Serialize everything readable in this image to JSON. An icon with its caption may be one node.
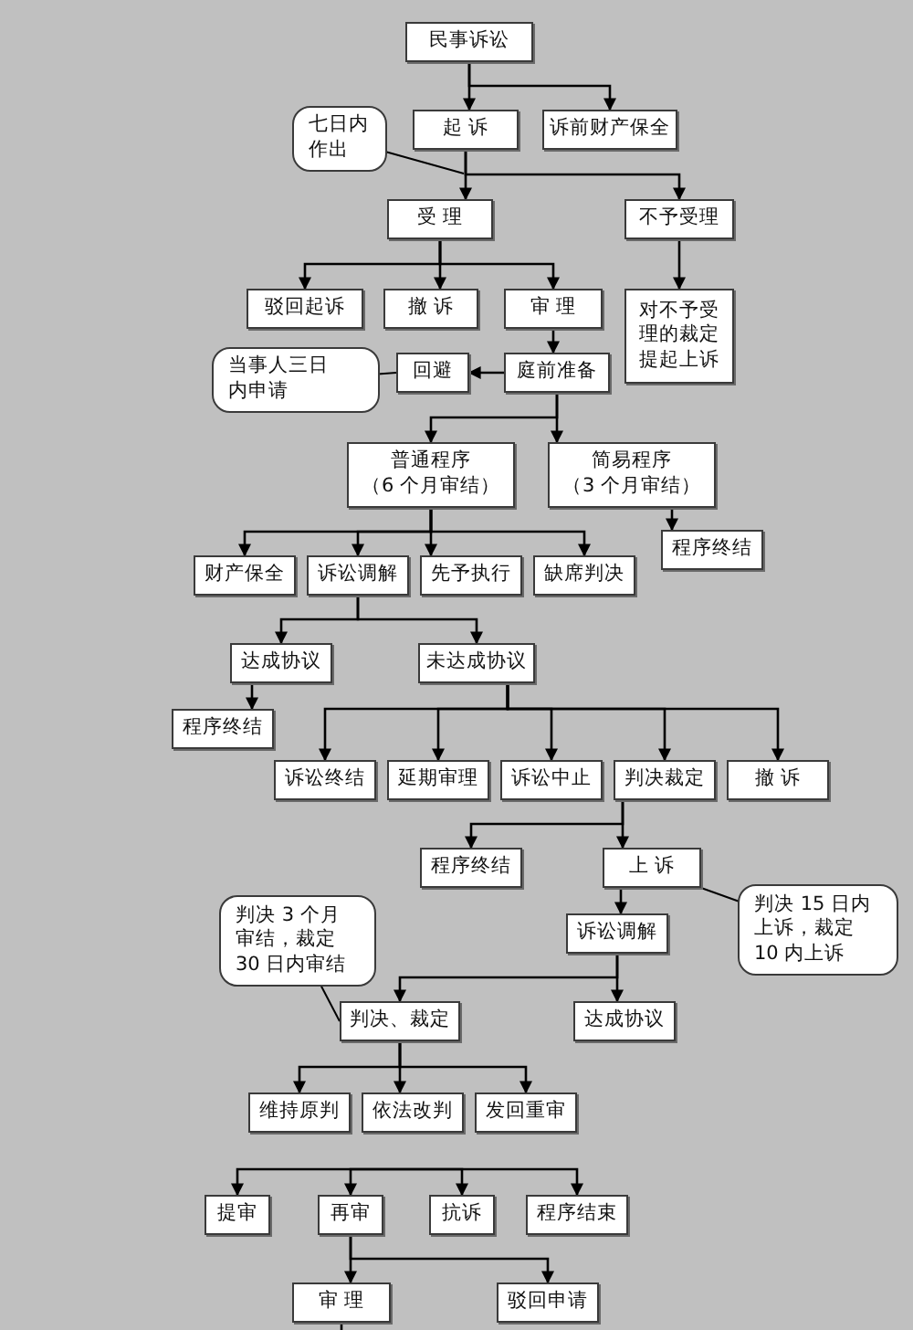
{
  "diagram": {
    "nodes": [
      {
        "text": [
          "民事诉讼"
        ]
      },
      {
        "text": [
          "起 诉"
        ]
      },
      {
        "text": [
          "诉前财产保全"
        ]
      },
      {
        "text": [
          "七日内作出"
        ]
      },
      {
        "text": [
          "受 理"
        ]
      },
      {
        "text": [
          "不予受理"
        ]
      },
      {
        "text": [
          "驳回起诉"
        ]
      },
      {
        "text": [
          "撤 诉"
        ]
      },
      {
        "text": [
          "审 理"
        ]
      },
      {
        "text": [
          "对不予受理的裁定提起上诉"
        ]
      },
      {
        "text": [
          "当事人三日内申请"
        ]
      },
      {
        "text": [
          "回避"
        ]
      },
      {
        "text": [
          "庭前准备"
        ]
      },
      {
        "text": [
          "普通程序",
          "（6 个月审结）"
        ]
      },
      {
        "text": [
          "简易程序",
          "（3 个月审结）"
        ]
      },
      {
        "text": [
          "程序终结"
        ]
      },
      {
        "text": [
          "财产保全"
        ]
      },
      {
        "text": [
          "诉讼调解"
        ]
      },
      {
        "text": [
          "先予执行"
        ]
      },
      {
        "text": [
          "缺席判决"
        ]
      },
      {
        "text": [
          "达成协议"
        ]
      },
      {
        "text": [
          "未达成协议"
        ]
      },
      {
        "text": [
          "程序终结"
        ]
      },
      {
        "text": [
          "诉讼终结"
        ]
      },
      {
        "text": [
          "延期审理"
        ]
      },
      {
        "text": [
          "诉讼中止"
        ]
      },
      {
        "text": [
          "判决裁定"
        ]
      },
      {
        "text": [
          "撤 诉"
        ]
      },
      {
        "text": [
          "程序终结"
        ]
      },
      {
        "text": [
          "上 诉"
        ]
      },
      {
        "text": [
          "判决 15 日内上诉，裁定 10 内上诉"
        ]
      },
      {
        "text": [
          "诉讼调解"
        ]
      },
      {
        "text": [
          "判决 3 个月审结，裁定 30 日内审结"
        ]
      },
      {
        "text": [
          "判决、裁定"
        ]
      },
      {
        "text": [
          "达成协议"
        ]
      },
      {
        "text": [
          "维持原判"
        ]
      },
      {
        "text": [
          "依法改判"
        ]
      },
      {
        "text": [
          "发回重审"
        ]
      },
      {
        "text": [
          "提审"
        ]
      },
      {
        "text": [
          "再审"
        ]
      },
      {
        "text": [
          "抗诉"
        ]
      },
      {
        "text": [
          "程序结束"
        ]
      },
      {
        "text": [
          "审 理"
        ]
      },
      {
        "text": [
          "驳回申请"
        ]
      }
    ],
    "edges": [
      {
        "from": 0,
        "to": 1,
        "arrow": "to"
      },
      {
        "from": 0,
        "to": 2,
        "arrow": "to"
      },
      {
        "from": 1,
        "to": 4,
        "arrow": "to"
      },
      {
        "from": 1,
        "to": 5,
        "arrow": "to"
      },
      {
        "from": 3,
        "to": null,
        "arrow": "none"
      },
      {
        "from": 4,
        "to": 6,
        "arrow": "to"
      },
      {
        "from": 4,
        "to": 7,
        "arrow": "to"
      },
      {
        "from": 4,
        "to": 8,
        "arrow": "to"
      },
      {
        "from": 5,
        "to": 9,
        "arrow": "to"
      },
      {
        "from": 8,
        "to": 12,
        "arrow": "to"
      },
      {
        "from": 12,
        "to": 11,
        "arrow": "to"
      },
      {
        "from": 10,
        "to": 11,
        "arrow": "none"
      },
      {
        "from": 12,
        "to": 13,
        "arrow": "to"
      },
      {
        "from": 12,
        "to": 14,
        "arrow": "to"
      },
      {
        "from": 14,
        "to": 15,
        "arrow": "to"
      },
      {
        "from": 13,
        "to": 16,
        "arrow": "to"
      },
      {
        "from": 13,
        "to": 17,
        "arrow": "to"
      },
      {
        "from": 13,
        "to": 18,
        "arrow": "to"
      },
      {
        "from": 13,
        "to": 19,
        "arrow": "to"
      },
      {
        "from": 17,
        "to": 20,
        "arrow": "to"
      },
      {
        "from": 17,
        "to": 21,
        "arrow": "to"
      },
      {
        "from": 20,
        "to": 22,
        "arrow": "to"
      },
      {
        "from": 21,
        "to": 23,
        "arrow": "to"
      },
      {
        "from": 21,
        "to": 24,
        "arrow": "to"
      },
      {
        "from": 21,
        "to": 25,
        "arrow": "to"
      },
      {
        "from": 21,
        "to": 26,
        "arrow": "to"
      },
      {
        "from": 21,
        "to": 27,
        "arrow": "to"
      },
      {
        "from": 26,
        "to": 28,
        "arrow": "to"
      },
      {
        "from": 26,
        "to": 29,
        "arrow": "to"
      },
      {
        "from": 30,
        "to": 29,
        "arrow": "none"
      },
      {
        "from": 29,
        "to": 31,
        "arrow": "to"
      },
      {
        "from": 31,
        "to": 33,
        "arrow": "to"
      },
      {
        "from": 31,
        "to": 34,
        "arrow": "to"
      },
      {
        "from": 32,
        "to": 33,
        "arrow": "none"
      },
      {
        "from": 33,
        "to": 35,
        "arrow": "to"
      },
      {
        "from": 33,
        "to": 36,
        "arrow": "to"
      },
      {
        "from": 33,
        "to": 37,
        "arrow": "to"
      },
      {
        "from": null,
        "to": 38,
        "arrow": "to"
      },
      {
        "from": null,
        "to": 39,
        "arrow": "to"
      },
      {
        "from": null,
        "to": 40,
        "arrow": "to"
      },
      {
        "from": null,
        "to": 41,
        "arrow": "to"
      },
      {
        "from": 39,
        "to": 42,
        "arrow": "to"
      },
      {
        "from": 39,
        "to": 43,
        "arrow": "to"
      },
      {
        "from": 42,
        "to": null,
        "arrow": "none"
      }
    ]
  }
}
